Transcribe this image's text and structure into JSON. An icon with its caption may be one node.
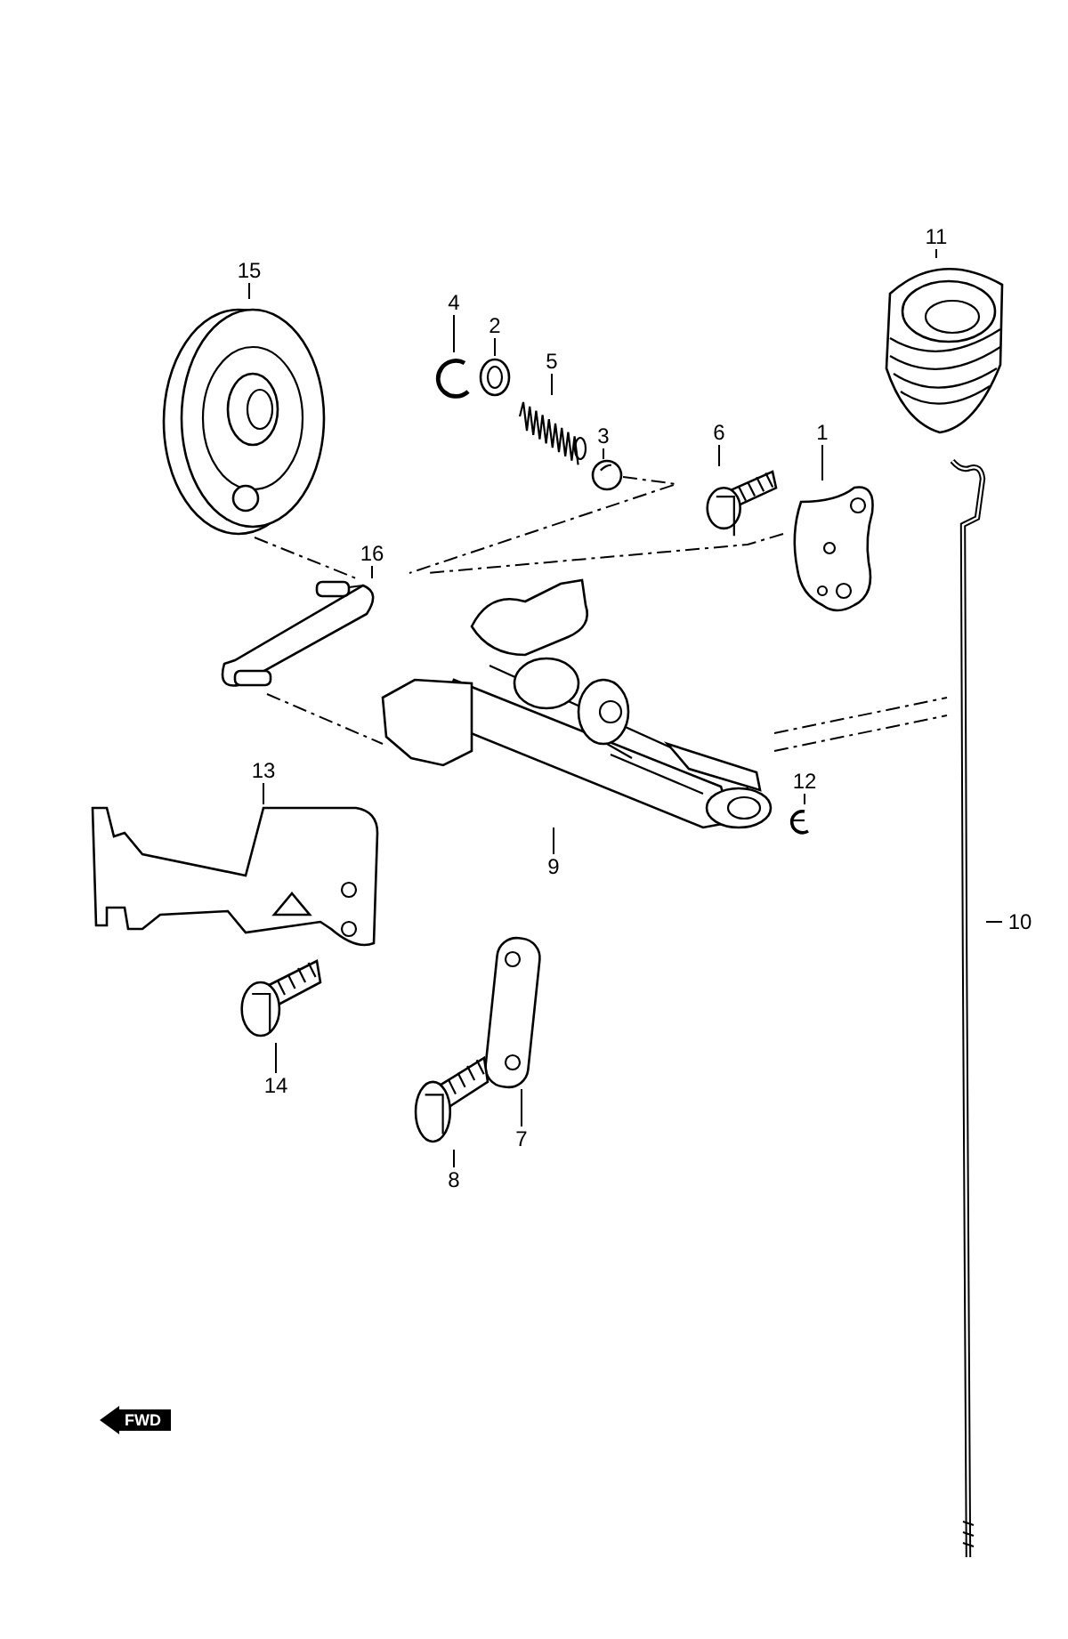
{
  "diagram": {
    "nodes": [
      {
        "text": [
          "11"
        ]
      },
      {
        "text": [],
        "shape": "picture"
      },
      {
        "text": [
          "15"
        ]
      },
      {
        "text": [],
        "shape": "picture"
      },
      {
        "text": [
          "4"
        ]
      },
      {
        "text": [],
        "shape": "picture"
      },
      {
        "text": [
          "2"
        ]
      },
      {
        "text": [],
        "shape": "picture"
      },
      {
        "text": [
          "5"
        ]
      },
      {
        "text": [],
        "shape": "picture"
      },
      {
        "text": [
          "6"
        ]
      },
      {
        "text": [],
        "shape": "picture"
      },
      {
        "text": [
          "1"
        ]
      },
      {
        "text": [],
        "shape": "picture"
      },
      {
        "text": [
          "3"
        ]
      },
      {
        "text": [],
        "shape": "circle"
      },
      {
        "text": [
          "16"
        ]
      },
      {
        "text": [],
        "shape": "picture"
      },
      {
        "text": [
          "12"
        ]
      },
      {
        "text": [],
        "shape": "picture"
      },
      {
        "text": [
          "13"
        ]
      },
      {
        "text": [],
        "shape": "picture"
      },
      {
        "text": [
          "9"
        ]
      },
      {
        "text": [],
        "shape": "picture"
      },
      {
        "text": [
          "10"
        ]
      },
      {
        "text": [],
        "shape": "picture"
      },
      {
        "text": [
          "14"
        ]
      },
      {
        "text": [],
        "shape": "picture"
      },
      {
        "text": [
          "7"
        ]
      },
      {
        "text": [],
        "shape": "picture"
      },
      {
        "text": [
          "8"
        ]
      },
      {
        "text": [],
        "shape": "picture"
      }
    ],
    "edges": [
      {
        "from": 0,
        "to": 1,
        "arrow": "none"
      },
      {
        "from": 2,
        "to": 3,
        "arrow": "none"
      },
      {
        "from": 4,
        "to": 5,
        "arrow": "none"
      },
      {
        "from": 6,
        "to": 7,
        "arrow": "none"
      },
      {
        "from": 8,
        "to": 9,
        "arrow": "none"
      },
      {
        "from": 10,
        "to": 11,
        "arrow": "none"
      },
      {
        "from": 12,
        "to": 13,
        "arrow": "none"
      },
      {
        "from": 14,
        "to": 15,
        "arrow": "none"
      },
      {
        "from": 16,
        "to": 17,
        "arrow": "none"
      },
      {
        "from": 18,
        "to": 19,
        "arrow": "none"
      },
      {
        "from": 20,
        "to": 21,
        "arrow": "none"
      },
      {
        "from": 22,
        "to": 23,
        "arrow": "none"
      },
      {
        "from": 24,
        "to": 25,
        "arrow": "none"
      },
      {
        "from": 26,
        "to": 27,
        "arrow": "none"
      },
      {
        "from": 28,
        "to": 29,
        "arrow": "none"
      },
      {
        "from": 30,
        "to": 31,
        "arrow": "none"
      },
      {
        "from": 3,
        "to": 17,
        "arrow": "none",
        "style": "dashed"
      },
      {
        "from": 15,
        "to": 23,
        "arrow": "none",
        "style": "dashed"
      },
      {
        "from": 13,
        "to": 23,
        "arrow": "none",
        "style": "dashed"
      },
      {
        "from": 17,
        "to": 23,
        "arrow": "none",
        "style": "dashed"
      },
      {
        "from": 23,
        "to": 25,
        "arrow": "none",
        "style": "dashed"
      },
      {
        "from": 23,
        "to": 25,
        "arrow": "none",
        "style": "dashed"
      }
    ],
    "labels": [
      "FWD"
    ]
  }
}
